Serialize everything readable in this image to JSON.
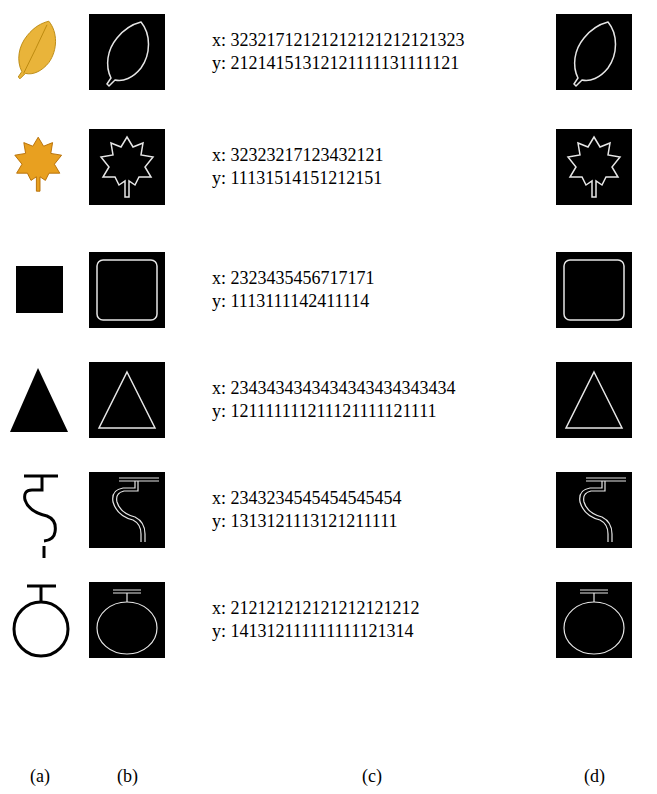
{
  "diagram": {
    "labels": [
      "x: 32321712121212121212121323",
      "y: 21214151312121111131111121",
      "x: 32323217123432121",
      "y: 11131514151212151",
      "x: 2323435456717171",
      "y: 1113111142411114",
      "x: 2343434343434343434343434",
      "y: 121111111211121111121111",
      "x: 2343234545454545454",
      "y: 1313121113121211111",
      "x: 212121212121212121212",
      "y: 141312111111111121314",
      "(a)",
      "(b)",
      "(c)",
      "(d)"
    ]
  }
}
